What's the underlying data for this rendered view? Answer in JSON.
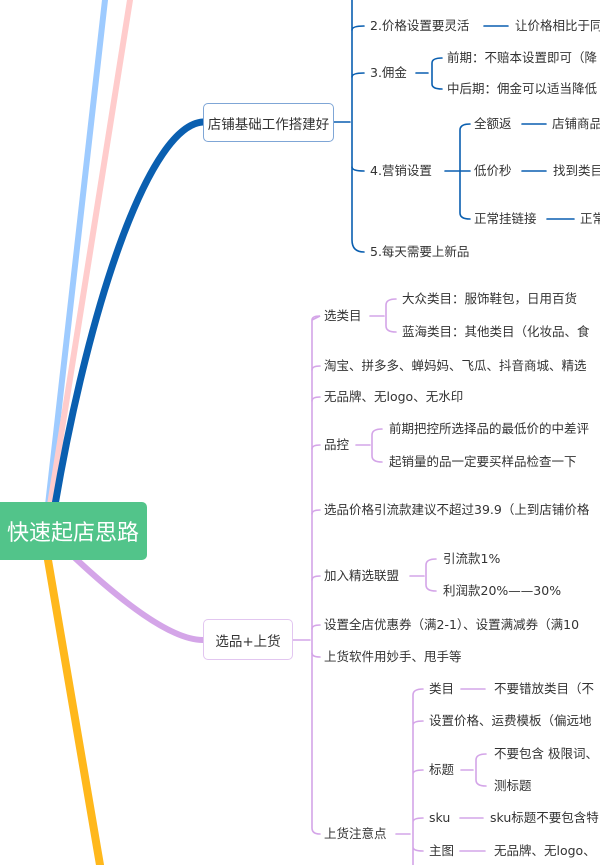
{
  "root": {
    "label": "快速起店思路",
    "color": "#52c48a"
  },
  "branches": [
    {
      "label": "店铺基础工作搭建好",
      "color": "#0a5fb0",
      "children": [
        {
          "label": "2.价格设置要灵活",
          "children": [
            {
              "label": "让价格相比于同"
            }
          ]
        },
        {
          "label": "3.佣金",
          "children": [
            {
              "label": "前期：不赔本设置即可（降"
            },
            {
              "label": "中后期：佣金可以适当降低"
            }
          ]
        },
        {
          "label": "4.营销设置",
          "children": [
            {
              "label": "全额返",
              "children": [
                {
                  "label": "店铺商品"
                }
              ]
            },
            {
              "label": "低价秒",
              "children": [
                {
                  "label": "找到类目"
                }
              ]
            },
            {
              "label": "正常挂链接",
              "children": [
                {
                  "label": "正常"
                }
              ]
            }
          ]
        },
        {
          "label": "5.每天需要上新品"
        }
      ]
    },
    {
      "label": "选品+上货",
      "color": "#d4a5e8",
      "children": [
        {
          "label": "选类目",
          "children": [
            {
              "label": "大众类目：服饰鞋包，日用百货"
            },
            {
              "label": "蓝海类目：其他类目（化妆品、食"
            }
          ]
        },
        {
          "label": "淘宝、拼多多、蝉妈妈、飞瓜、抖音商城、精选"
        },
        {
          "label": "无品牌、无logo、无水印"
        },
        {
          "label": "品控",
          "children": [
            {
              "label": "前期把控所选择品的最低价的中差评"
            },
            {
              "label": "起销量的品一定要买样品检查一下"
            }
          ]
        },
        {
          "label": "选品价格引流款建议不超过39.9（上到店铺价格"
        },
        {
          "label": "加入精选联盟",
          "children": [
            {
              "label": "引流款1%"
            },
            {
              "label": "利润款20%——30%"
            }
          ]
        },
        {
          "label": "设置全店优惠券（满2-1）、设置满减券（满10"
        },
        {
          "label": "上货软件用妙手、甩手等"
        },
        {
          "label": "上货注意点",
          "children": [
            {
              "label": "类目",
              "children": [
                {
                  "label": "不要错放类目（不"
                }
              ]
            },
            {
              "label": "设置价格、运费模板（偏远地"
            },
            {
              "label": "标题",
              "children": [
                {
                  "label": "不要包含 极限词、"
                },
                {
                  "label": "测标题"
                }
              ]
            },
            {
              "label": "sku",
              "children": [
                {
                  "label": "sku标题不要包含特"
                }
              ]
            },
            {
              "label": "主图",
              "children": [
                {
                  "label": "无品牌、无logo、"
                }
              ]
            }
          ]
        }
      ]
    }
  ],
  "other_branch_colors": [
    "#9ecbff",
    "#ffcccc",
    "#ffb81c"
  ]
}
